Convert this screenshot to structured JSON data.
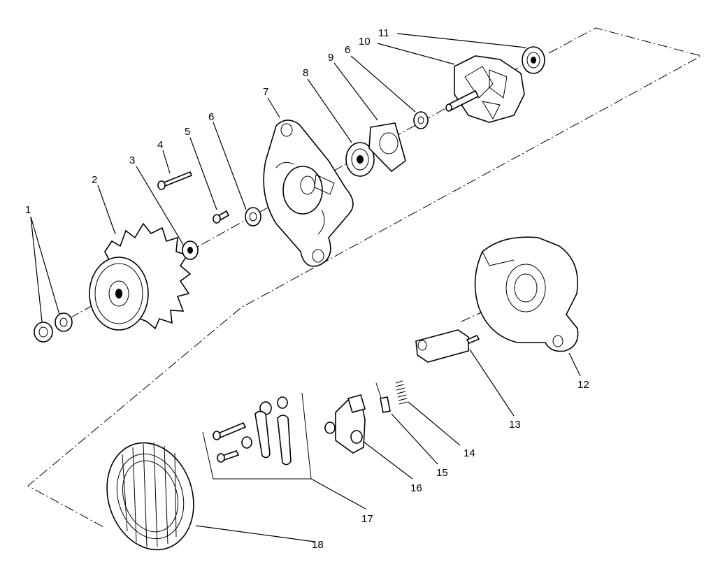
{
  "callouts": [
    {
      "id": "c1",
      "label": "1"
    },
    {
      "id": "c2",
      "label": "2"
    },
    {
      "id": "c3",
      "label": "3"
    },
    {
      "id": "c4",
      "label": "4"
    },
    {
      "id": "c5",
      "label": "5"
    },
    {
      "id": "c6a",
      "label": "6"
    },
    {
      "id": "c7",
      "label": "7"
    },
    {
      "id": "c8",
      "label": "8"
    },
    {
      "id": "c9",
      "label": "9"
    },
    {
      "id": "c6b",
      "label": "6"
    },
    {
      "id": "c10",
      "label": "10"
    },
    {
      "id": "c11",
      "label": "11"
    },
    {
      "id": "c12",
      "label": "12"
    },
    {
      "id": "c13",
      "label": "13"
    },
    {
      "id": "c14",
      "label": "14"
    },
    {
      "id": "c15",
      "label": "15"
    },
    {
      "id": "c16",
      "label": "16"
    },
    {
      "id": "c17",
      "label": "17"
    },
    {
      "id": "c18",
      "label": "18"
    }
  ]
}
